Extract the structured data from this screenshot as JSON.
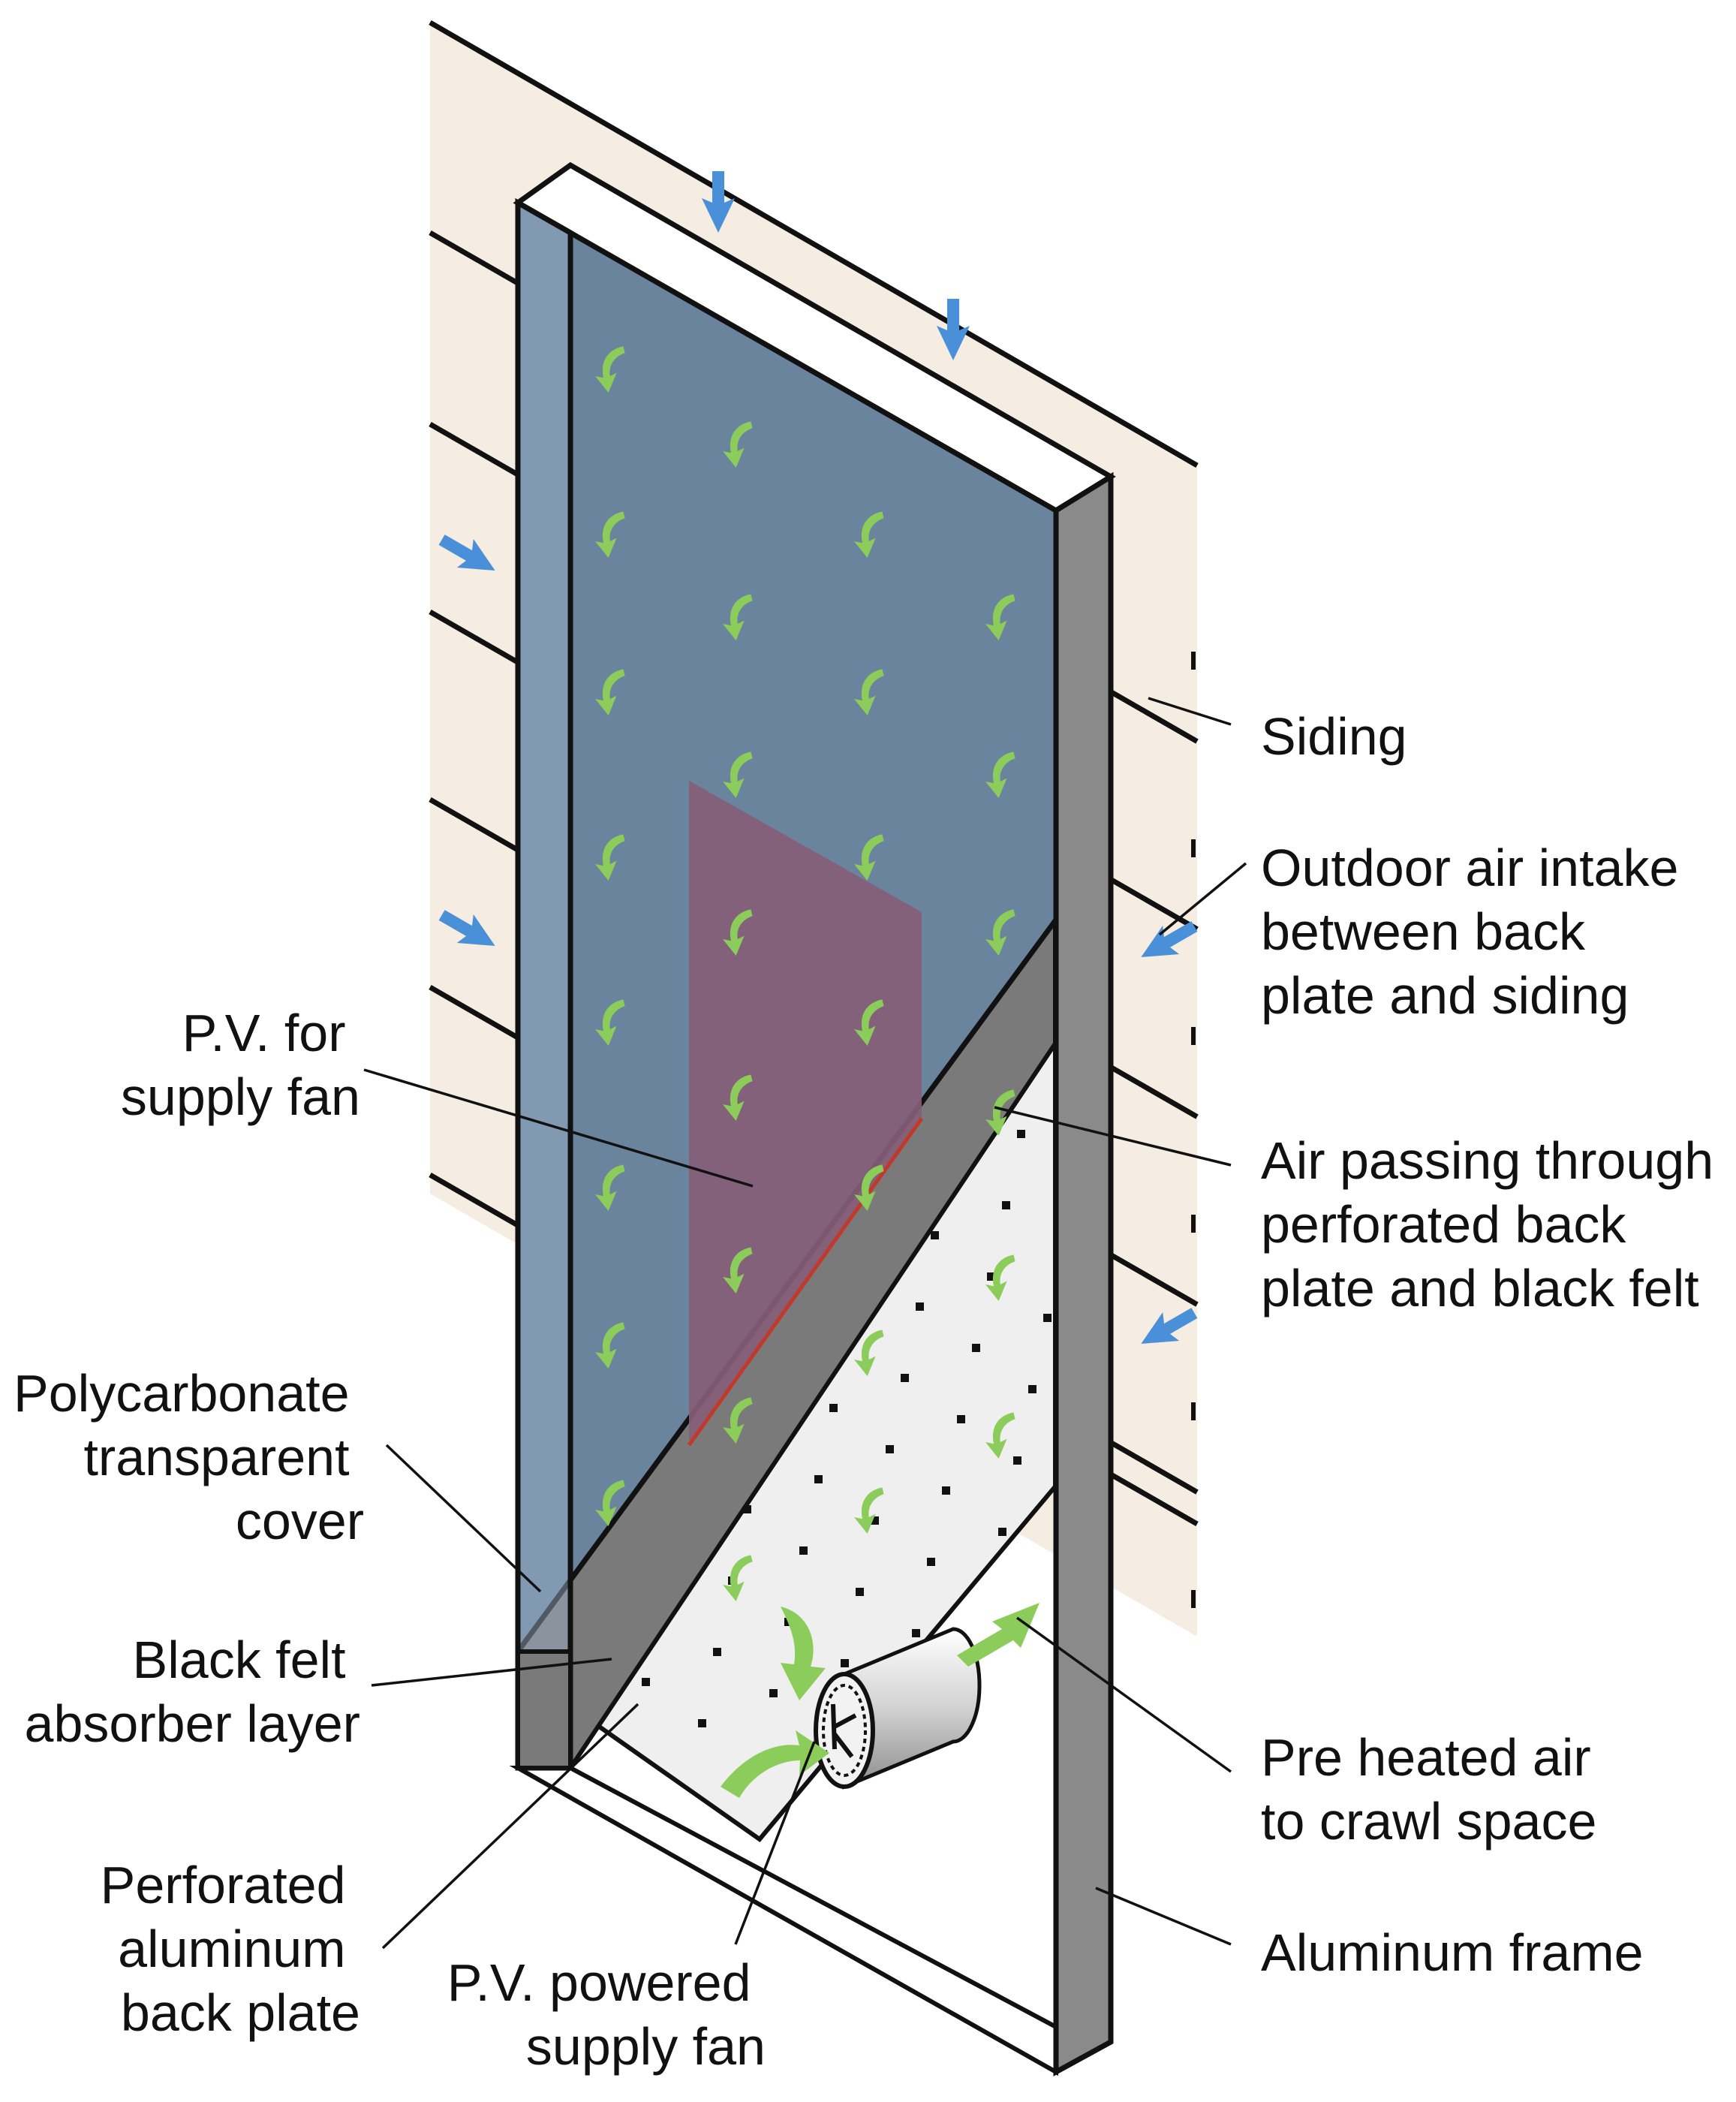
{
  "labels": {
    "siding": "Siding",
    "outdoor_air_intake": [
      "Outdoor air intake",
      "between back",
      "plate and  siding"
    ],
    "pv_for_supply_fan": [
      "P.V. for",
      "supply fan"
    ],
    "air_passing_through": [
      "Air passing through",
      "perforated back",
      "plate and black felt"
    ],
    "polycarbonate_cover": [
      "Polycarbonate",
      "transparent",
      "cover"
    ],
    "black_felt_absorber": [
      "Black felt",
      "absorber layer"
    ],
    "pre_heated_air": [
      "Pre heated air",
      "to crawl space"
    ],
    "perforated_back_plate": [
      "Perforated",
      "aluminum",
      "back plate"
    ],
    "pv_powered_fan": [
      "P.V. powered",
      "supply fan"
    ],
    "aluminum_frame": "Aluminum frame"
  },
  "colors": {
    "siding": "#f5ece2",
    "polycarbonate_cover": "#6b849e",
    "pv_panel": "#855e78",
    "aluminum_frame": "#8a8a8a",
    "back_plate": "#efefef",
    "outdoor_air_arrow": "#4a90d9",
    "heated_air_arrow": "#8ccc5a"
  },
  "icons": [
    "outdoor-air-arrow-icon",
    "airflow-arrow-icon",
    "supply-fan-icon"
  ]
}
